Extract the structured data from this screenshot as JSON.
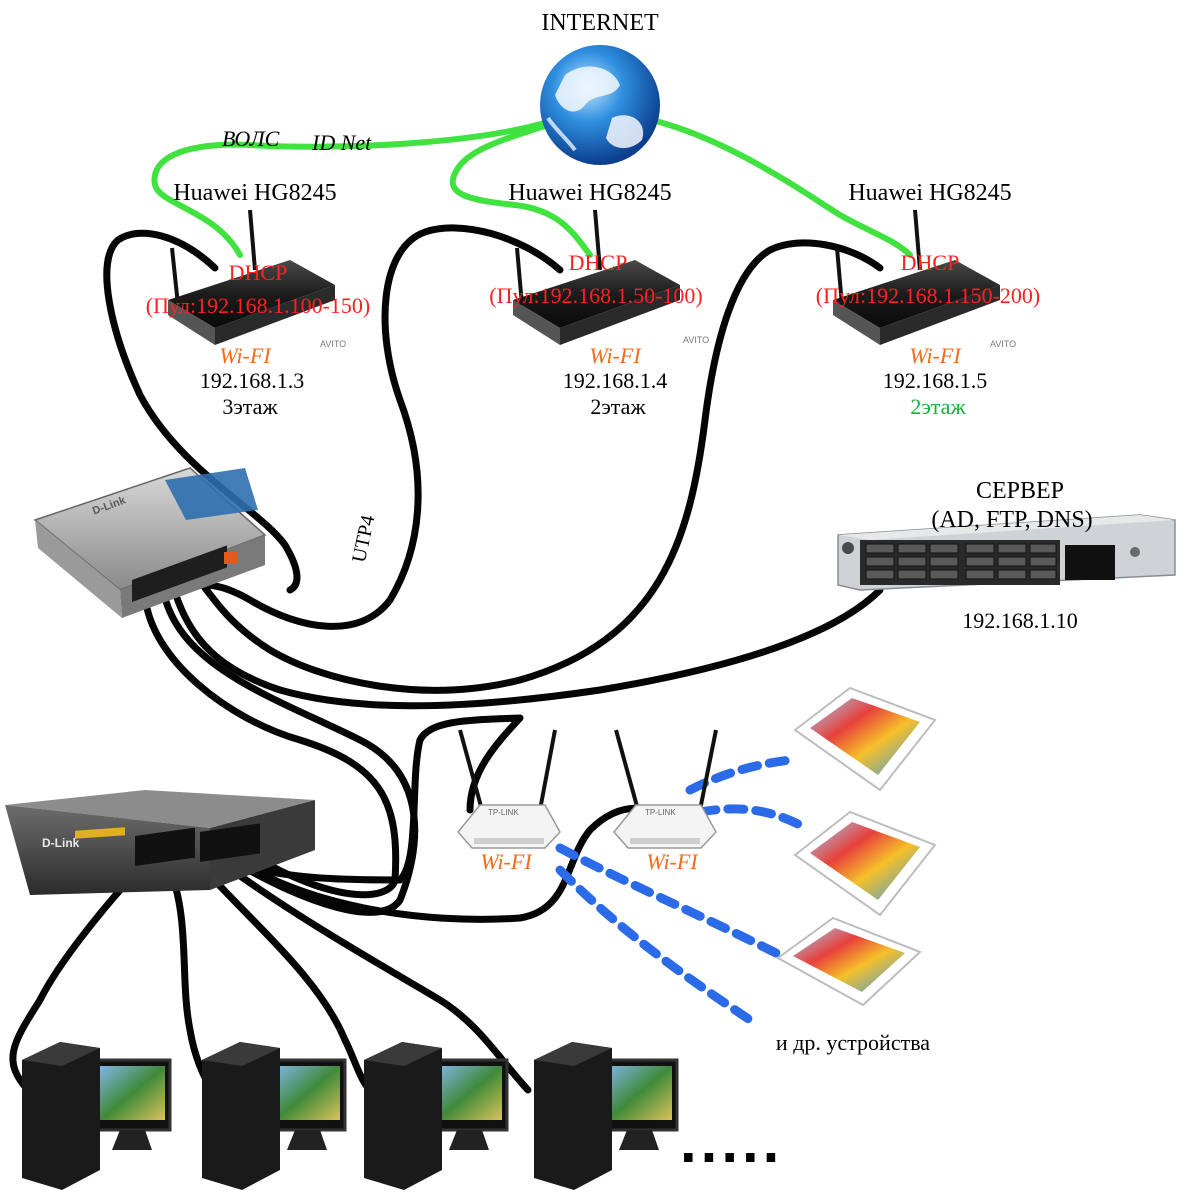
{
  "internet": {
    "label": "INTERNET"
  },
  "uplink": {
    "fiber_label": "ВОЛС",
    "provider_label": "ID Net"
  },
  "routers": [
    {
      "model": "Huawei HG8245",
      "dhcp": "DHCP",
      "pool": "(Пул:192.168.1.100-150)",
      "wifi": "Wi-FI",
      "ip": "192.168.1.3",
      "floor": "3этаж",
      "floor_color": "#000000",
      "watermark": "AVITO"
    },
    {
      "model": "Huawei HG8245",
      "dhcp": "DHCP",
      "pool": "(Пул:192.168.1.50-100)",
      "wifi": "Wi-FI",
      "ip": "192.168.1.4",
      "floor": "2этаж",
      "floor_color": "#000000",
      "watermark": "AVITO"
    },
    {
      "model": "Huawei HG8245",
      "dhcp": "DHCP",
      "pool": "(Пул:192.168.1.150-200)",
      "wifi": "Wi-FI",
      "ip": "192.168.1.5",
      "floor": "2этаж",
      "floor_color": "#15b13a",
      "watermark": "AVITO"
    }
  ],
  "cable_label": "UTP4",
  "server": {
    "title": "СЕРВЕР",
    "roles": "(AD, FTP, DNS)",
    "ip": "192.168.1.10"
  },
  "switch_small": {
    "brand": "D-Link"
  },
  "switch_big": {
    "brand": "D-Link"
  },
  "access_points": [
    {
      "wifi": "Wi-FI",
      "brand": "TP-LINK"
    },
    {
      "wifi": "Wi-FI",
      "brand": "TP-LINK"
    }
  ],
  "devices_label": "и др. устройства",
  "more_pcs": "....."
}
